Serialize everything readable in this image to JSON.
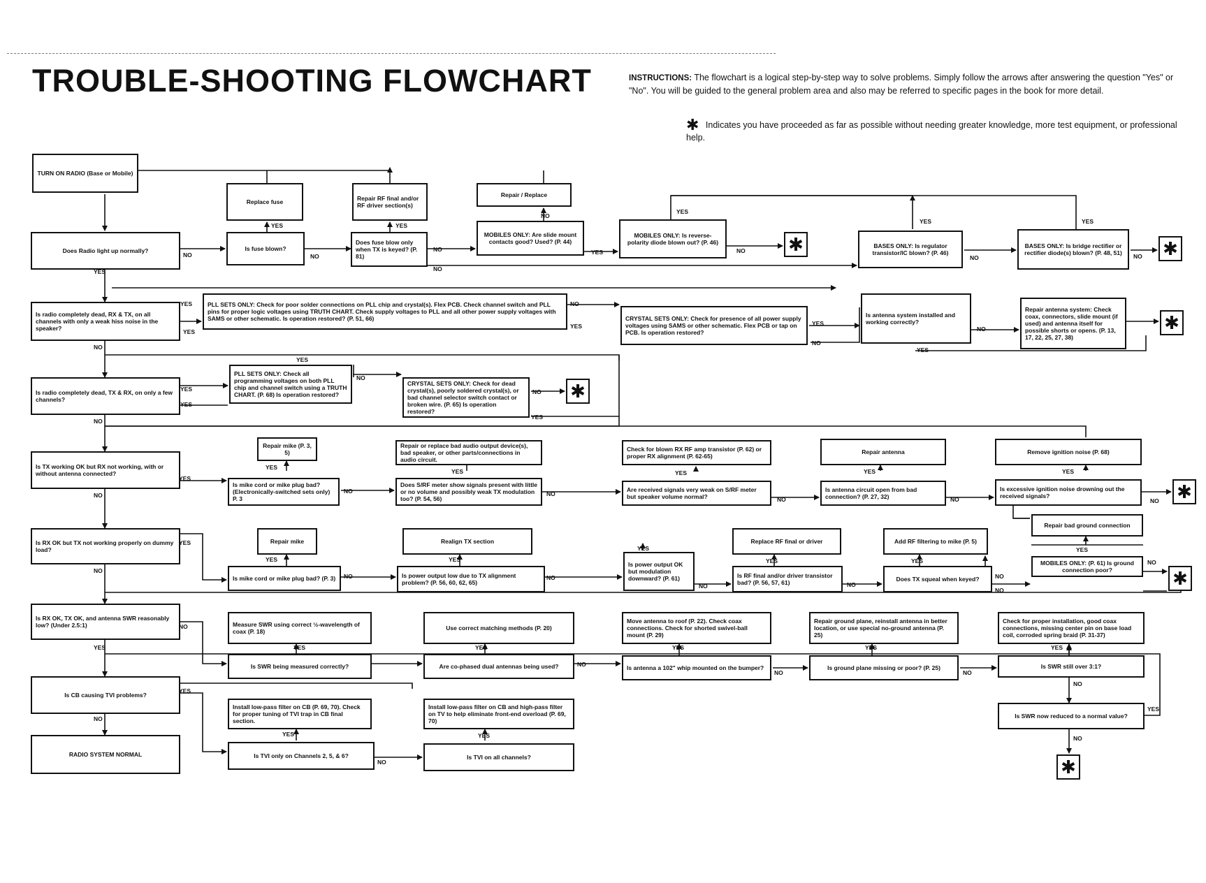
{
  "title": "TROUBLE-SHOOTING FLOWCHART",
  "instructions": {
    "label": "INSTRUCTIONS:",
    "text": "The flowchart is a logical step-by-step way to solve problems. Simply follow the arrows after answering the question \"Yes\" or \"No\". You will be guided to the general problem area and also may be referred to specific pages in the book for more detail.",
    "legend_symbol": "✱",
    "legend_text": "Indicates you have proceeded as far as possible without needing greater knowledge, more test equipment, or professional help."
  },
  "nodes": {
    "n_turn_on": "TURN ON RADIO (Base or Mobile)",
    "n_light_up": "Does Radio light up normally?",
    "n_replace_fuse": "Replace fuse",
    "n_fuse_blown": "Is fuse blown?",
    "n_repair_rf_final": "Repair RF final and/or RF driver section(s)",
    "n_fuse_blow_tx": "Does fuse blow only when TX is keyed? (P. 81)",
    "n_repair_replace": "Repair / Replace",
    "n_mobiles_slide": "MOBILES ONLY: Are slide mount contacts good? Used? (P. 44)",
    "n_mobiles_diode": "MOBILES ONLY: Is reverse-polarity diode blown out? (P. 46)",
    "n_bases_regulator": "BASES ONLY: Is regulator transistor/IC blown? (P. 46)",
    "n_bases_bridge": "BASES ONLY: Is bridge rectifier or rectifier diode(s) blown? (P. 48, 51)",
    "n_completely_dead": "Is radio completely dead, RX & TX, on all channels with only a weak hiss noise in the speaker?",
    "n_pll_solder": "PLL SETS ONLY: Check for poor solder connections on PLL chip and crystal(s). Flex PCB. Check channel switch and PLL pins for proper logic voltages using TRUTH CHART. Check supply voltages to PLL and all other power supply voltages with SAMS or other schematic. Is operation restored? (P. 51, 66)",
    "n_crystal_power": "CRYSTAL SETS ONLY: Check for presence of all power supply voltages using SAMS or other schematic. Flex PCB or tap on PCB. Is operation restored?",
    "n_antenna_installed": "Is antenna system installed and working correctly?",
    "n_repair_antenna_sys": "Repair antenna system: Check coax, connectors, slide mount (if used) and antenna itself for possible shorts or opens. (P. 13, 17, 22, 25, 27, 38)",
    "n_dead_few": "Is radio completely dead, TX & RX, on only a few channels?",
    "n_pll_programming": "PLL SETS ONLY: Check all programming voltages on both PLL chip and channel switch using a TRUTH CHART. (P. 68) Is operation restored?",
    "n_crystal_dead": "CRYSTAL SETS ONLY: Check for dead crystal(s), poorly soldered crystal(s), or bad channel selector switch contact or broken wire. (P. 65) Is operation restored?",
    "n_tx_ok_rx": "Is TX working OK but RX not working, with or without antenna connected?",
    "n_repair_mike1": "Repair mike (P. 3, 5)",
    "n_mike_cord1": "Is mike cord or mike plug bad? (Electronically-switched sets only) P. 3",
    "n_repair_audio": "Repair or replace bad audio output device(s), bad speaker, or other parts/connections in audio circuit.",
    "n_srf_signals": "Does S/RF meter show signals present with little or no volume and possibly weak TX modulation too? (P. 54, 56)",
    "n_blown_rx_rf": "Check for blown RX RF amp transistor (P. 62) or proper RX alignment (P. 62-65)",
    "n_weak_srf": "Are received signals very weak on S/RF meter but speaker volume normal?",
    "n_repair_antenna": "Repair antenna",
    "n_antenna_open": "Is antenna circuit open from bad connection? (P. 27, 32)",
    "n_remove_ignition": "Remove ignition noise (P. 68)",
    "n_ignition_drowning": "Is excessive ignition noise drowning out the received signals?",
    "n_repair_ground": "Repair bad ground connection",
    "n_rx_ok_tx": "Is RX OK but TX not working properly on dummy load?",
    "n_repair_mike2": "Repair mike",
    "n_mike_cord2": "Is mike cord or mike plug bad? (P. 3)",
    "n_realign_tx": "Realign TX section",
    "n_power_low": "Is power output low due to TX alignment problem? (P. 56, 60, 62, 65)",
    "n_power_ok_mod": "Is power output OK but modulation downward? (P. 61)",
    "n_replace_rf": "Replace RF final or driver",
    "n_rf_final_bad": "Is RF final and/or driver transistor bad? (P. 56, 57, 61)",
    "n_add_rf_filter": "Add RF filtering to mike (P. 5)",
    "n_tx_squeal": "Does TX squeal when keyed?",
    "n_mobiles_ground": "MOBILES ONLY: (P. 61) Is ground connection poor?",
    "n_swr_low": "Is RX OK, TX OK, and antenna SWR reasonably low? (Under 2.5:1)",
    "n_measure_swr": "Measure SWR using correct ½-wavelength of coax (P. 18)",
    "n_swr_measured": "Is SWR being measured correctly?",
    "n_matching": "Use correct matching methods (P. 20)",
    "n_cophased": "Are co-phased dual antennas being used?",
    "n_move_antenna": "Move antenna to roof (P. 22). Check coax connections. Check for shorted swivel-ball mount (P. 29)",
    "n_whip_bumper": "Is antenna a 102\" whip mounted on the bumper?",
    "n_repair_ground_plane": "Repair ground plane, reinstall antenna in better location, or use special no-ground antenna (P. 25)",
    "n_ground_plane": "Is ground plane missing or poor? (P. 25)",
    "n_check_install": "Check for proper installation, good coax connections, missing center pin on base load coil, corroded spring braid (P. 31-37)",
    "n_swr_over": "Is SWR still over 3:1?",
    "n_swr_reduced": "Is SWR now reduced to a normal value?",
    "n_cb_tvi": "Is CB causing TVI problems?",
    "n_normal": "RADIO SYSTEM NORMAL",
    "n_install_lowpass": "Install low-pass filter on CB (P. 69, 70). Check for proper tuning of TVI trap in CB final section.",
    "n_tvi_channels": "Is TVI only on Channels 2, 5, & 6?",
    "n_install_highpass": "Install low-pass filter on CB and high-pass filter on TV to help eliminate front-end overload (P. 69, 70)",
    "n_tvi_all": "Is TVI on all channels?"
  },
  "star_symbol": "✱",
  "yes": "YES",
  "no": "NO"
}
